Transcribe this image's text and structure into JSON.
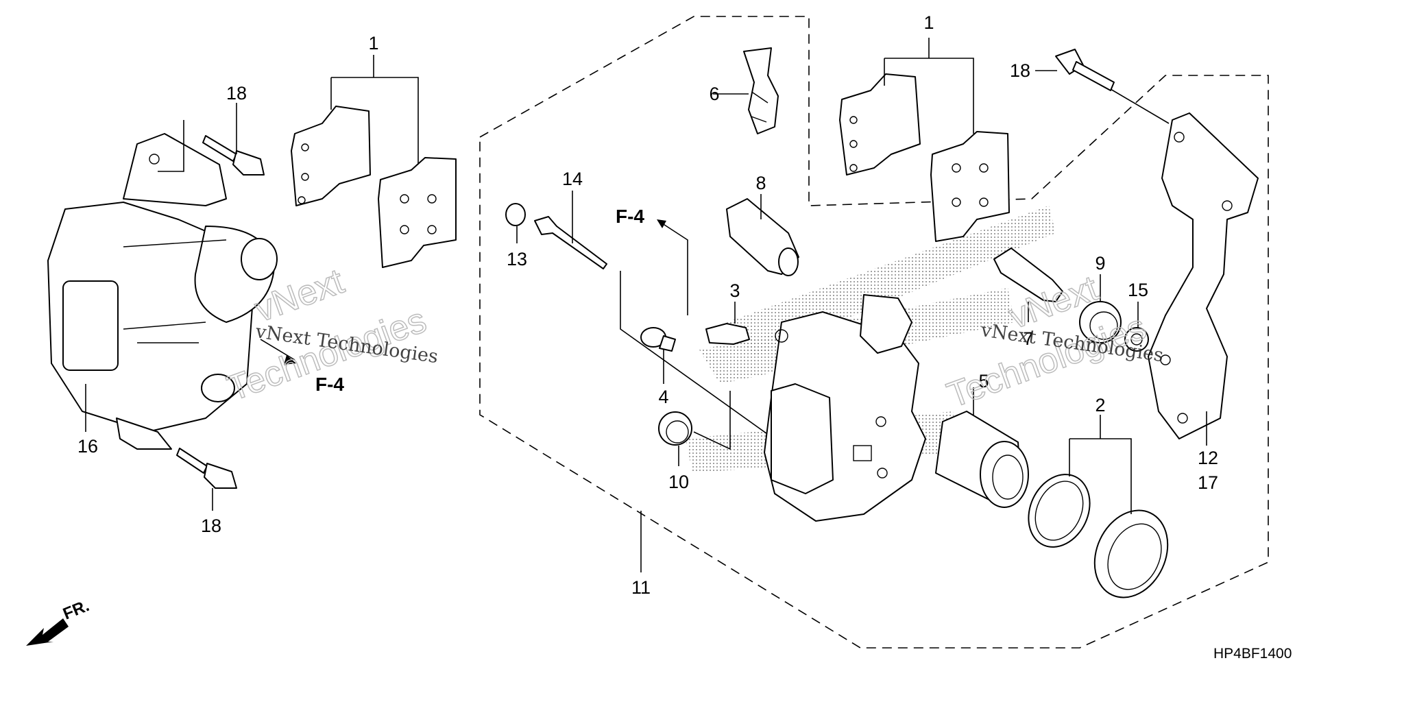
{
  "diagram": {
    "part_numbers": {
      "n1_left": "1",
      "n1_right": "1",
      "n2": "2",
      "n3": "3",
      "n4": "4",
      "n5": "5",
      "n6": "6",
      "n7": "7",
      "n8": "8",
      "n9": "9",
      "n10": "10",
      "n11": "11",
      "n12": "12",
      "n13": "13",
      "n14": "14",
      "n15": "15",
      "n16": "16",
      "n17": "17",
      "n18_top_left": "18",
      "n18_bottom_left": "18",
      "n18_top_right": "18"
    },
    "references": {
      "left": "F-4",
      "center": "F-4"
    },
    "front_label": "FR.",
    "diagram_code": "HP4BF1400",
    "watermark": {
      "small": "vNext Technologies",
      "big_line1": "vNext",
      "big_line2": "Technologies"
    }
  }
}
